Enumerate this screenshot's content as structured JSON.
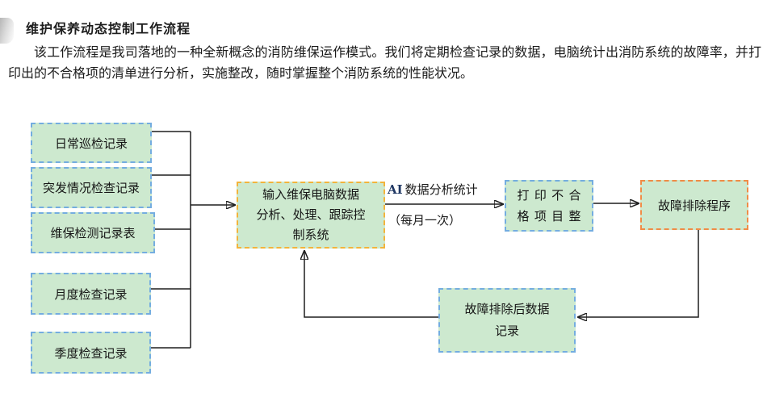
{
  "page": {
    "title": "维护保养动态控制工作流程",
    "paragraph": "该工作流程是我司落地的一种全新概念的消防维保运作模式。我们将定期检查记录的数据，电脑统计出消防系统的故障率，并打印出的不合格项的清单进行分析，实施整改，随时掌握整个消防系统的性能状况。"
  },
  "colors": {
    "node_fill": "#cde9cf",
    "border_blue": "#74ade0",
    "border_gold": "#f2b43c",
    "border_orange": "#f08c47",
    "connector_line": "#1f1f1f",
    "ai_prefix_text": "#203864"
  },
  "flowchart": {
    "sources": [
      {
        "label": "日常巡检记录"
      },
      {
        "label": "突发情况检查记录"
      },
      {
        "label": "维保检测记录表"
      },
      {
        "label": "月度检查记录"
      },
      {
        "label": "季度检查记录"
      }
    ],
    "input_system": {
      "lines": [
        "输入维保电脑数据",
        "分析、处理、跟踪控",
        "制系统"
      ]
    },
    "analysis_edge": {
      "prefix": "AI",
      "label": "数据分析统计",
      "note": "（每月一次）"
    },
    "print_box": {
      "lines": [
        "打印不合",
        "格项目整"
      ]
    },
    "troubleshoot": {
      "label": "故障排除程序"
    },
    "record_after": {
      "lines": [
        "故障排除后数据",
        "记录"
      ]
    }
  }
}
